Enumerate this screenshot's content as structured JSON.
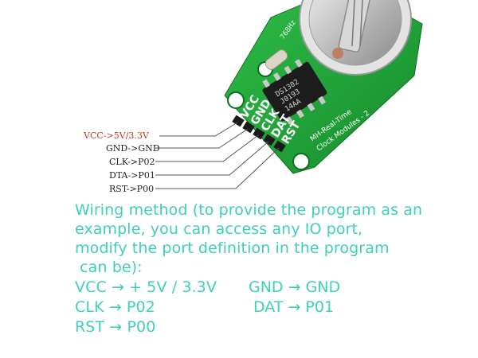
{
  "board": {
    "silk_pins": [
      "VCC",
      "GND",
      "CLK",
      "DAT",
      "RST"
    ],
    "chip_lines": [
      "DS1302",
      "J0193",
      "14AA"
    ],
    "board_text_1": "MH-Real-Time",
    "board_text_2": "Clock Modules - 2",
    "crystal_text": "768Hz"
  },
  "pins": [
    {
      "label": "VCC->5V/3.3V",
      "color": "#c0392b"
    },
    {
      "label": "GND->GND",
      "color": "#222222"
    },
    {
      "label": "CLK->P02",
      "color": "#222222"
    },
    {
      "label": "DTA->P01",
      "color": "#222222"
    },
    {
      "label": "RST->P00",
      "color": "#222222"
    }
  ],
  "description": [
    "Wiring method (to provide the program as an",
    "example, you can access any IO port,",
    "modify the port definition in the program",
    " can be):"
  ],
  "mapping": [
    {
      "left": "VCC → + 5V / 3.3V",
      "right": "GND → GND"
    },
    {
      "left": "CLK → P02",
      "right": "DAT → P01"
    },
    {
      "left": "RST → P00",
      "right": ""
    }
  ],
  "colors": {
    "pcb": "#1fa83a",
    "text_accent": "#3fd0b8",
    "battery": "#d0d0d0"
  }
}
